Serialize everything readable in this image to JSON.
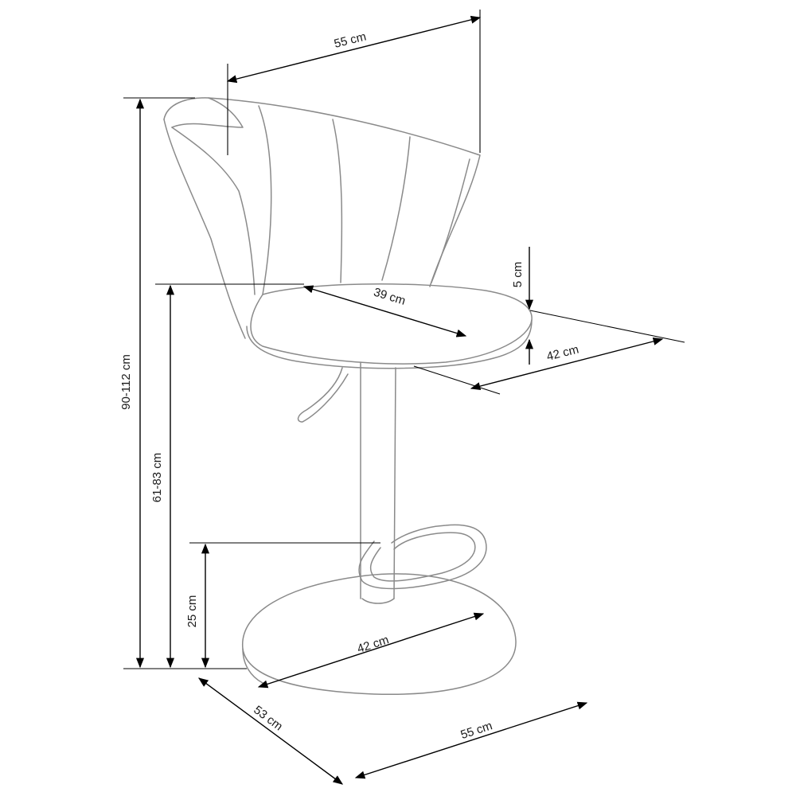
{
  "dimensions": {
    "top_width": "55 cm",
    "seat_depth": "39 cm",
    "seat_thickness": "5 cm",
    "seat_width": "42 cm",
    "total_height": "90-112 cm",
    "seat_height": "61-83 cm",
    "footrest_height": "25 cm",
    "base_diameter": "42 cm",
    "footprint_depth": "53 cm",
    "footprint_width": "55 cm"
  },
  "colors": {
    "outline": "#8a8a8a",
    "dimension_line": "#000000",
    "background": "#ffffff"
  }
}
